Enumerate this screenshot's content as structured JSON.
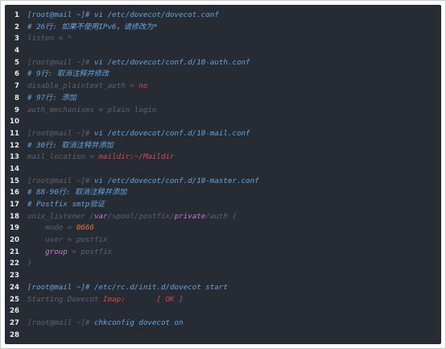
{
  "window": {
    "title": ""
  },
  "colors": {
    "background": "#272b33",
    "command": "#63a5e0",
    "comment": "#63a5e0",
    "dim": "#5b6370",
    "red": "#d14b4b",
    "orange": "#e07b3c",
    "purple": "#c27ad6",
    "line_number": "#e8e8e8"
  },
  "lines": [
    {
      "n": "1",
      "segments": [
        {
          "text": "[root@mail ~]# vi /etc/dovecot/dovecot.conf",
          "cls": "t-cmd"
        }
      ]
    },
    {
      "n": "2",
      "segments": [
        {
          "text": "# 26行: 如果不使用IPv6，请修改为*",
          "cls": "t-cmt"
        }
      ]
    },
    {
      "n": "3",
      "segments": [
        {
          "text": "listen = *",
          "cls": "t-dim"
        }
      ]
    },
    {
      "n": "4",
      "segments": []
    },
    {
      "n": "5",
      "segments": [
        {
          "text": "[root@mail ~]# ",
          "cls": "t-dim"
        },
        {
          "text": "vi /etc/dovecot/conf.d/10-auth.conf",
          "cls": "t-cmd"
        }
      ]
    },
    {
      "n": "6",
      "segments": [
        {
          "text": "# 9行: 取消注释并修改",
          "cls": "t-cmt"
        }
      ]
    },
    {
      "n": "7",
      "segments": [
        {
          "text": "disable_plaintext_auth = ",
          "cls": "t-dim"
        },
        {
          "text": "no",
          "cls": "t-red"
        }
      ]
    },
    {
      "n": "8",
      "segments": [
        {
          "text": "# 97行: 添加",
          "cls": "t-cmt"
        }
      ]
    },
    {
      "n": "9",
      "segments": [
        {
          "text": "auth_mechanisms = plain login",
          "cls": "t-dim"
        }
      ]
    },
    {
      "n": "10",
      "segments": []
    },
    {
      "n": "11",
      "segments": [
        {
          "text": "[root@mail ~]# ",
          "cls": "t-dim"
        },
        {
          "text": "vi /etc/dovecot/conf.d/10-mail.conf",
          "cls": "t-cmd"
        }
      ]
    },
    {
      "n": "12",
      "segments": [
        {
          "text": "# 30行: 取消注释并添加",
          "cls": "t-cmt"
        }
      ]
    },
    {
      "n": "13",
      "segments": [
        {
          "text": "mail_location = ",
          "cls": "t-dim"
        },
        {
          "text": "maildir:~/Maildir",
          "cls": "t-red"
        }
      ]
    },
    {
      "n": "14",
      "segments": []
    },
    {
      "n": "15",
      "segments": [
        {
          "text": "[root@mail ~]# ",
          "cls": "t-dim"
        },
        {
          "text": "vi /etc/dovecot/conf.d/10-master.conf",
          "cls": "t-cmd"
        }
      ]
    },
    {
      "n": "16",
      "segments": [
        {
          "text": "# 88-90行: 取消注释并添加",
          "cls": "t-cmt"
        }
      ]
    },
    {
      "n": "17",
      "segments": [
        {
          "text": "# Postfix smtp验证",
          "cls": "t-cmt"
        }
      ]
    },
    {
      "n": "18",
      "segments": [
        {
          "text": "unix_listener /",
          "cls": "t-dim"
        },
        {
          "text": "var",
          "cls": "t-pur"
        },
        {
          "text": "/spool/postfix/",
          "cls": "t-dim"
        },
        {
          "text": "private",
          "cls": "t-pur"
        },
        {
          "text": "/auth {",
          "cls": "t-dim"
        }
      ]
    },
    {
      "n": "19",
      "segments": [
        {
          "text": "    mode = ",
          "cls": "t-dim"
        },
        {
          "text": "0666",
          "cls": "t-org"
        }
      ]
    },
    {
      "n": "20",
      "segments": [
        {
          "text": "    user = postfix",
          "cls": "t-dim"
        }
      ]
    },
    {
      "n": "21",
      "segments": [
        {
          "text": "    ",
          "cls": "t-dim"
        },
        {
          "text": "group",
          "cls": "t-pur"
        },
        {
          "text": " = postfix",
          "cls": "t-dim"
        }
      ]
    },
    {
      "n": "22",
      "segments": [
        {
          "text": "}",
          "cls": "t-dim"
        }
      ]
    },
    {
      "n": "23",
      "segments": []
    },
    {
      "n": "24",
      "segments": [
        {
          "text": "[root@mail ~]# /etc/rc.d/init.d/dovecot start",
          "cls": "t-cmd"
        }
      ]
    },
    {
      "n": "25",
      "segments": [
        {
          "text": "Starting Dovecot ",
          "cls": "t-dim"
        },
        {
          "text": "Imap:",
          "cls": "t-red"
        },
        {
          "text": "       ",
          "cls": "t-dim"
        },
        {
          "text": "[ OK ]",
          "cls": "t-red"
        }
      ]
    },
    {
      "n": "26",
      "segments": []
    },
    {
      "n": "27",
      "segments": [
        {
          "text": "[root@mail ~]# ",
          "cls": "t-dim"
        },
        {
          "text": "chkconfig dovecot on",
          "cls": "t-cmd"
        }
      ]
    },
    {
      "n": "28",
      "segments": []
    }
  ]
}
